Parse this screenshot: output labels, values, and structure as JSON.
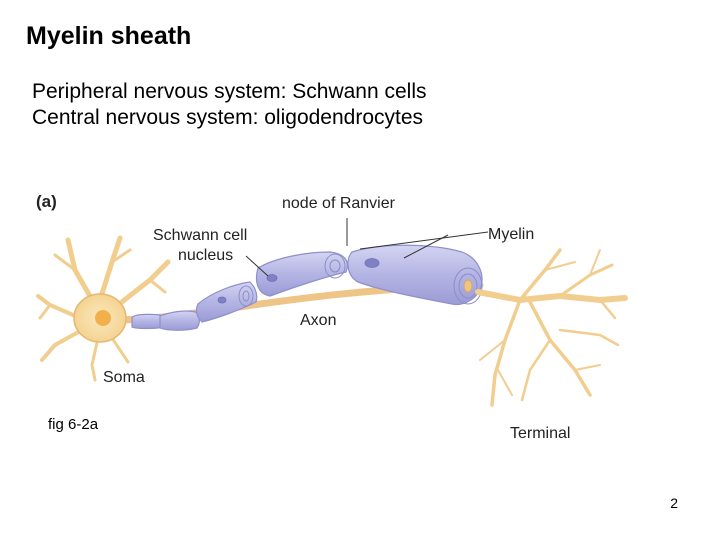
{
  "slide": {
    "title": "Myelin sheath",
    "bullets": [
      "Peripheral nervous system: Schwann cells",
      "Central nervous system: oligodendrocytes"
    ],
    "caption": "fig 6-2a",
    "page_number": "2"
  },
  "figure": {
    "panel_label": "(a)",
    "labels": {
      "node": "node of Ranvier",
      "schwann_cell": "Schwann cell",
      "nucleus": "nucleus",
      "myelin": "Myelin",
      "axon": "Axon",
      "soma": "Soma",
      "terminal": "Terminal"
    },
    "colors": {
      "myelin": "#b9b9e6",
      "myelin_edge": "#8f8fcc",
      "axon": "#f0c88a",
      "soma": "#f7dca3",
      "soma_nucleus": "#f2b04a"
    }
  }
}
